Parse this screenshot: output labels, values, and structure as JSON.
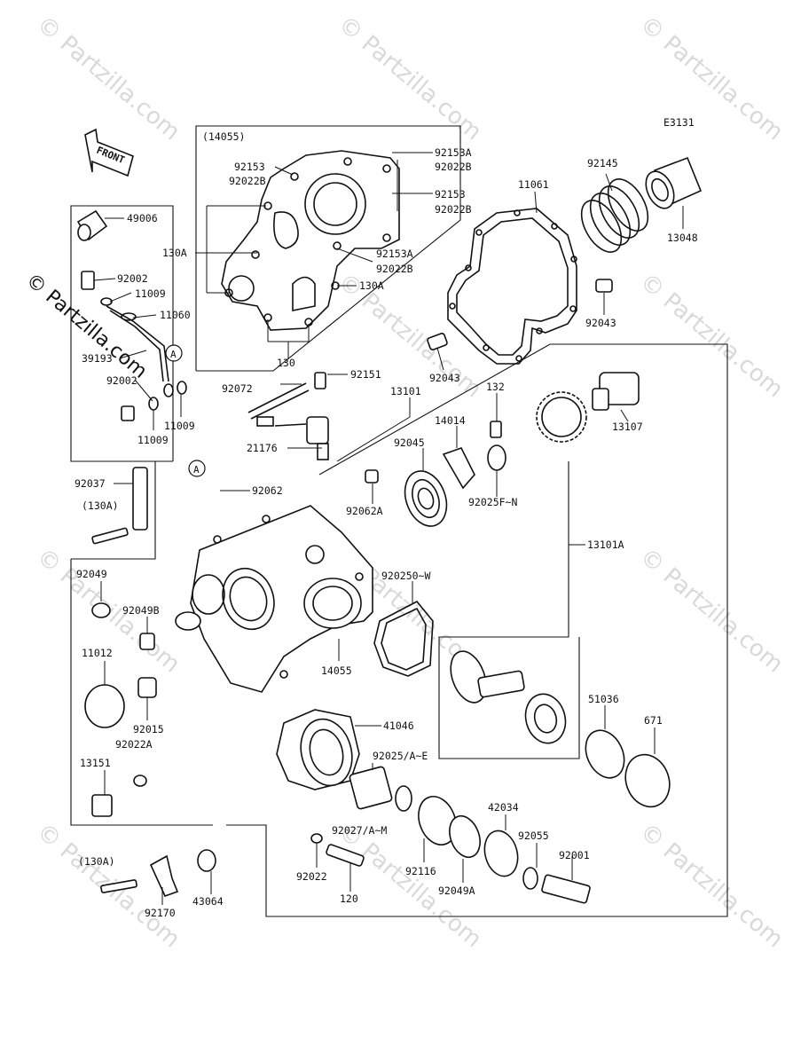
{
  "diagram_code": "E3131",
  "front_arrow_label": "FRONT",
  "watermark": "© Partzilla.com",
  "watermark_side": "© Partzilla.com",
  "callout_A": "A",
  "labels": {
    "L14055_top": "(14055)",
    "L92153A_1": "92153A",
    "L92022B_1": "92022B",
    "L92153_1": "92153",
    "L92022B_2": "92022B",
    "L92153_2": "92153",
    "L92022B_3": "92022B",
    "L130A_1": "130A",
    "L92153A_2": "92153A",
    "L92022B_4": "92022B",
    "L130A_2": "130A",
    "L130": "130",
    "L49006": "49006",
    "L92002": "92002",
    "L11009_1": "11009",
    "L11060": "11060",
    "L39193": "39193",
    "L92002b": "92002",
    "L11009_2": "11009",
    "L11009_3": "11009",
    "L11061": "11061",
    "L92145": "92145",
    "L13048": "13048",
    "L92043_1": "92043",
    "L92043_2": "92043",
    "L92151": "92151",
    "L92072": "92072",
    "L13101": "13101",
    "L132": "132",
    "L14014": "14014",
    "L13107": "13107",
    "L21176": "21176",
    "L92045": "92045",
    "L92025FN": "92025F~N",
    "L92037": "92037",
    "L130A_3": "(130A)",
    "L92062": "92062",
    "L92062A": "92062A",
    "L13101A": "13101A",
    "L92049": "92049",
    "L92049B": "92049B",
    "L920250W": "920250~W",
    "L11012": "11012",
    "L14055": "14055",
    "L92015": "92015",
    "L92022A": "92022A",
    "L51036": "51036",
    "L671": "671",
    "L41046": "41046",
    "L13151": "13151",
    "L92025AE": "92025/A~E",
    "L42034": "42034",
    "L92027AM": "92027/A~M",
    "L92055": "92055",
    "L92001": "92001",
    "L92022": "92022",
    "L120": "120",
    "L92116": "92116",
    "L92049A": "92049A",
    "L130A_4": "(130A)",
    "L92170": "92170",
    "L43064": "43064"
  }
}
